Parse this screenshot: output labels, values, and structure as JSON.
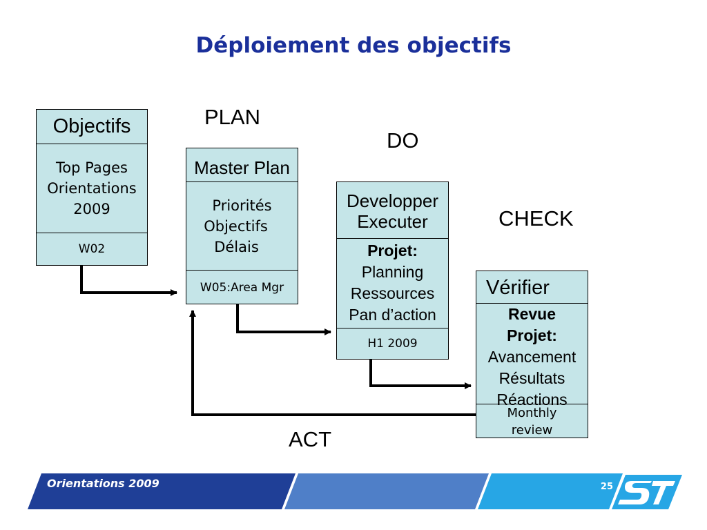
{
  "title": "Déploiement des objectifs",
  "phases": {
    "plan": "PLAN",
    "do": "DO",
    "check": "CHECK",
    "act": "ACT"
  },
  "boxes": {
    "objectifs": {
      "heading": "Objectifs",
      "lines": [
        "Top Pages",
        "Orientations",
        "2009"
      ],
      "footer": "W02"
    },
    "master_plan": {
      "heading": "Master Plan",
      "lines": [
        "Priorités",
        "Objectifs",
        "Délais"
      ],
      "footer": "W05:Area Mgr"
    },
    "developper": {
      "heading_lines": [
        "Developper",
        "Executer"
      ],
      "bold_label": "Projet:",
      "lines": [
        "Planning",
        "Ressources",
        "Pan d’action"
      ],
      "footer": "H1 2009"
    },
    "verifier": {
      "heading": "Vérifier",
      "bold_lines": [
        "Revue",
        "Projet:"
      ],
      "lines": [
        "Avancement",
        "Résultats",
        "Réactions"
      ],
      "footer_lines": [
        "Monthly",
        "review"
      ]
    }
  },
  "footer": {
    "text": "Orientations 2009",
    "page": "25",
    "logo": "ST"
  },
  "colors": {
    "title": "#1a2f9a",
    "box_fill": "#c5e5e8",
    "band_dark": "#1f3f97",
    "band_mid": "#4f7fc8",
    "band_light": "#27a6e5"
  }
}
